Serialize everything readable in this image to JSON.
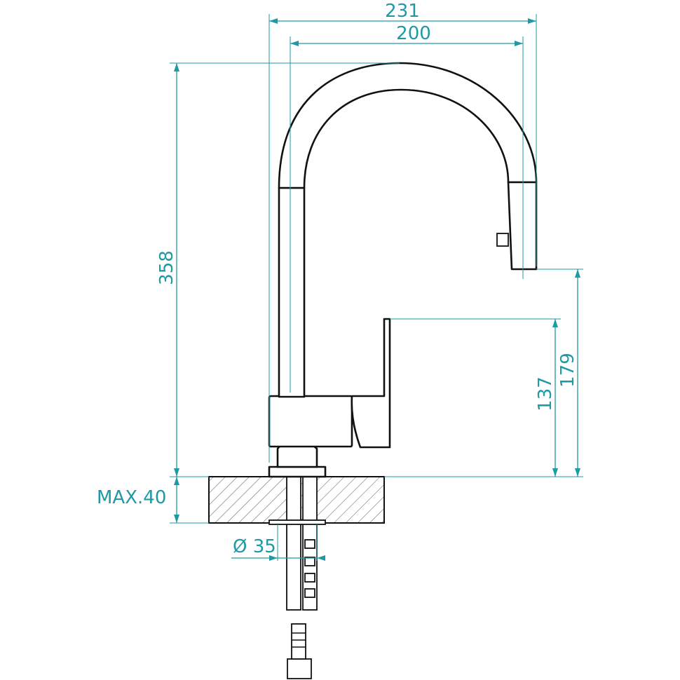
{
  "dimensions": {
    "overall_width": "231",
    "spout_reach": "200",
    "overall_height": "358",
    "lever_height": "137",
    "outlet_height": "179",
    "max_deck_thickness": "MAX.40",
    "hole_diameter": "Ø 35"
  },
  "colors": {
    "dimension": "#1f9aa5",
    "outline": "#111111"
  }
}
